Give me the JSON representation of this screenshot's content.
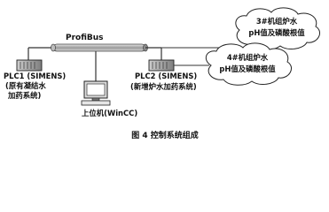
{
  "bus": {
    "label": "ProfiBus"
  },
  "plc1": {
    "label": "PLC1 (SIMENS)",
    "desc_line1": "(原有凝结水",
    "desc_line2": "加药系统)"
  },
  "plc2": {
    "label": "PLC2 (SIMENS)",
    "desc": "(新增炉水加药系统)"
  },
  "host": {
    "label": "上位机(WinCC)"
  },
  "cloud1": {
    "line1": "3#机组炉水",
    "line2": "pH值及磷酸根值"
  },
  "cloud2": {
    "line1": "4#机组炉水",
    "line2": "pH值及磷酸根值"
  },
  "caption": "图 4   控制系统组成"
}
